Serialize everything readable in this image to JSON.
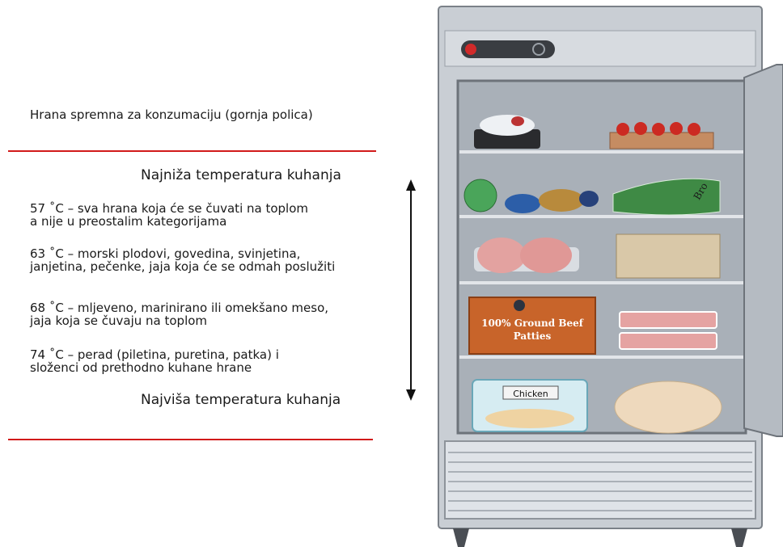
{
  "panel": {
    "top_label": "Hrana spremna za konzumaciju (gornja polica)",
    "lowest_temp": "Najniža temperatura kuhanja",
    "highest_temp": "Najviša temperatura kuhanja",
    "items": [
      {
        "line1": "57 ˚C – sva hrana koja će se čuvati na toplom",
        "line2": "a nije u preostalim kategorijama"
      },
      {
        "line1": "63 ˚C – morski plodovi, govedina, svinjetina,",
        "line2": "janjetina, pečenke, jaja koja će se odmah poslužiti"
      },
      {
        "line1": "68 ˚C – mljeveno, marinirano ili omekšano meso,",
        "line2": "jaja koja se čuvaju na toplom"
      },
      {
        "line1": "74 ˚C – perad (piletina, puretina, patka) i",
        "line2": "složenci od prethodno kuhane hrane"
      }
    ]
  },
  "fridge": {
    "beef_box_line1": "100% Ground Beef",
    "beef_box_line2": "Patties",
    "chicken_label": "Chicken",
    "broccoli_label": "Bro"
  },
  "colors": {
    "divider": "#d11a1a",
    "fridge_body": "#c9ced4",
    "interior": "#a9b0b8",
    "beef_box": "#c8642a"
  }
}
